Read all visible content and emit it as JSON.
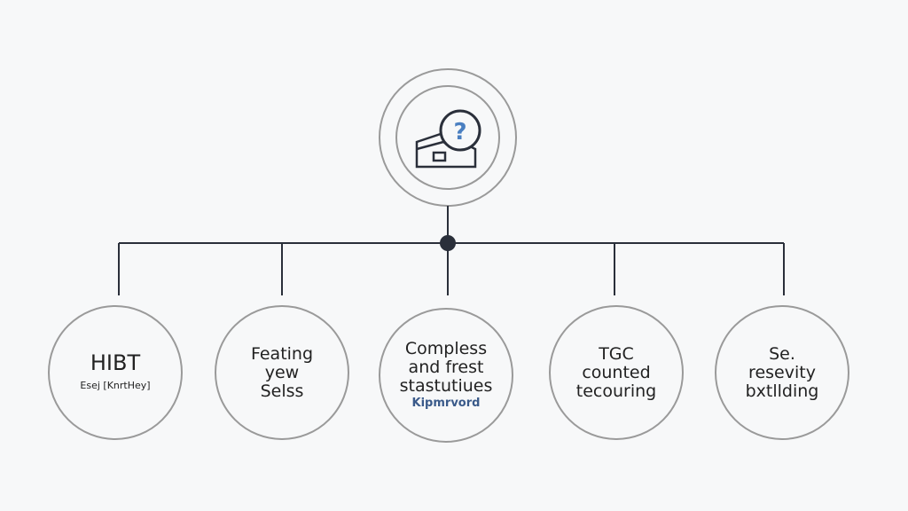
{
  "root": {
    "icon": "search-question-box-icon",
    "accent": "#4a7fc1"
  },
  "nodes": [
    {
      "title": "HIBT",
      "sub": "Esej [KnrtHey]"
    },
    {
      "lines": [
        "Feating",
        "yew",
        "Selss"
      ]
    },
    {
      "lines": [
        "Compless",
        "and frest",
        "stastutiues"
      ],
      "key": "Kipmrvord"
    },
    {
      "lines": [
        "TGC",
        "counted",
        "tecouring"
      ]
    },
    {
      "lines": [
        "Se.",
        "resevity",
        "bxtllding"
      ]
    }
  ]
}
